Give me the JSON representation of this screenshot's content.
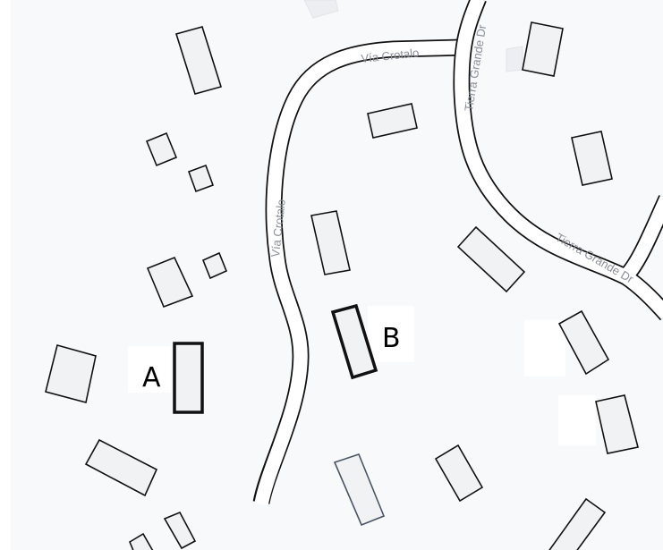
{
  "map": {
    "background_color": "#f8f9fb",
    "building_fill": "#f1f2f4",
    "building_stroke": "#111111",
    "roads": [
      {
        "name": "Vía Crotalo",
        "labels": [
          "Vía Crotalo",
          "Vía Crotalo"
        ]
      },
      {
        "name": "Tierra Grande Dr",
        "labels": [
          "Tierra Grande Dr",
          "Tierra Grande Dr"
        ]
      }
    ],
    "markers": [
      {
        "label": "A"
      },
      {
        "label": "B"
      }
    ]
  }
}
